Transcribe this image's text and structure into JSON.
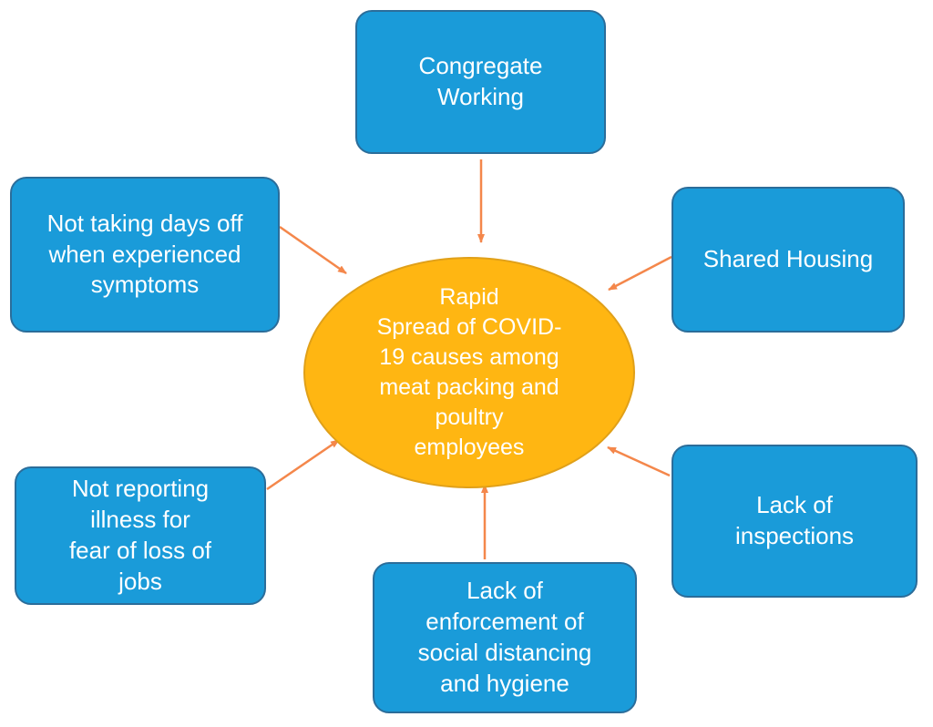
{
  "center": {
    "label": "Rapid\nSpread of COVID-\n19 causes among\nmeat packing and\npoultry\nemployees"
  },
  "factors": {
    "congregate_working": "Congregate\nWorking",
    "shared_housing": "Shared Housing",
    "lack_of_inspections": "Lack of\ninspections",
    "lack_of_enforcement": "Lack of\nenforcement of\nsocial distancing\nand hygiene",
    "not_reporting_illness": "Not reporting\nillness for\nfear of loss of\njobs",
    "not_taking_days_off": "Not taking days off\nwhen experienced\nsymptoms"
  },
  "colors": {
    "box_fill": "#1a9bd9",
    "box_border": "#2b6d9a",
    "center_fill": "#ffb612",
    "arrow": "#f4874b"
  }
}
